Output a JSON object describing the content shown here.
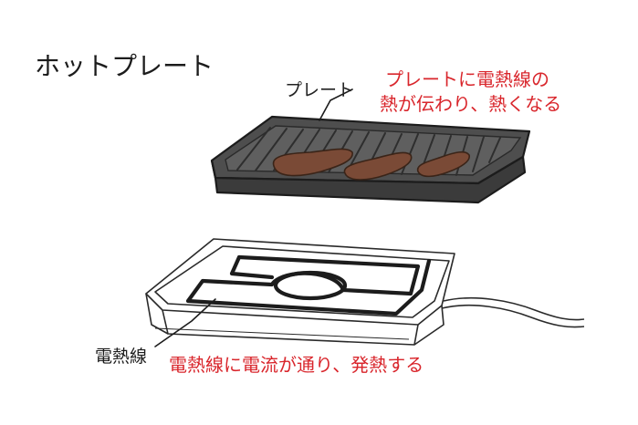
{
  "title": "ホットプレート",
  "labels": {
    "plate": "プレート",
    "heating_wire": "電熱線"
  },
  "notes": {
    "plate_line1": "プレートに電熱線の",
    "plate_line2": "熱が伝わり、熱くなる",
    "wire": "電熱線に電流が通り、発熱する"
  },
  "colors": {
    "ink": "#1c1c1c",
    "plate_dark": "#4a4a4a",
    "meat": "#7a4a36",
    "annotation_red": "#d9262c"
  }
}
